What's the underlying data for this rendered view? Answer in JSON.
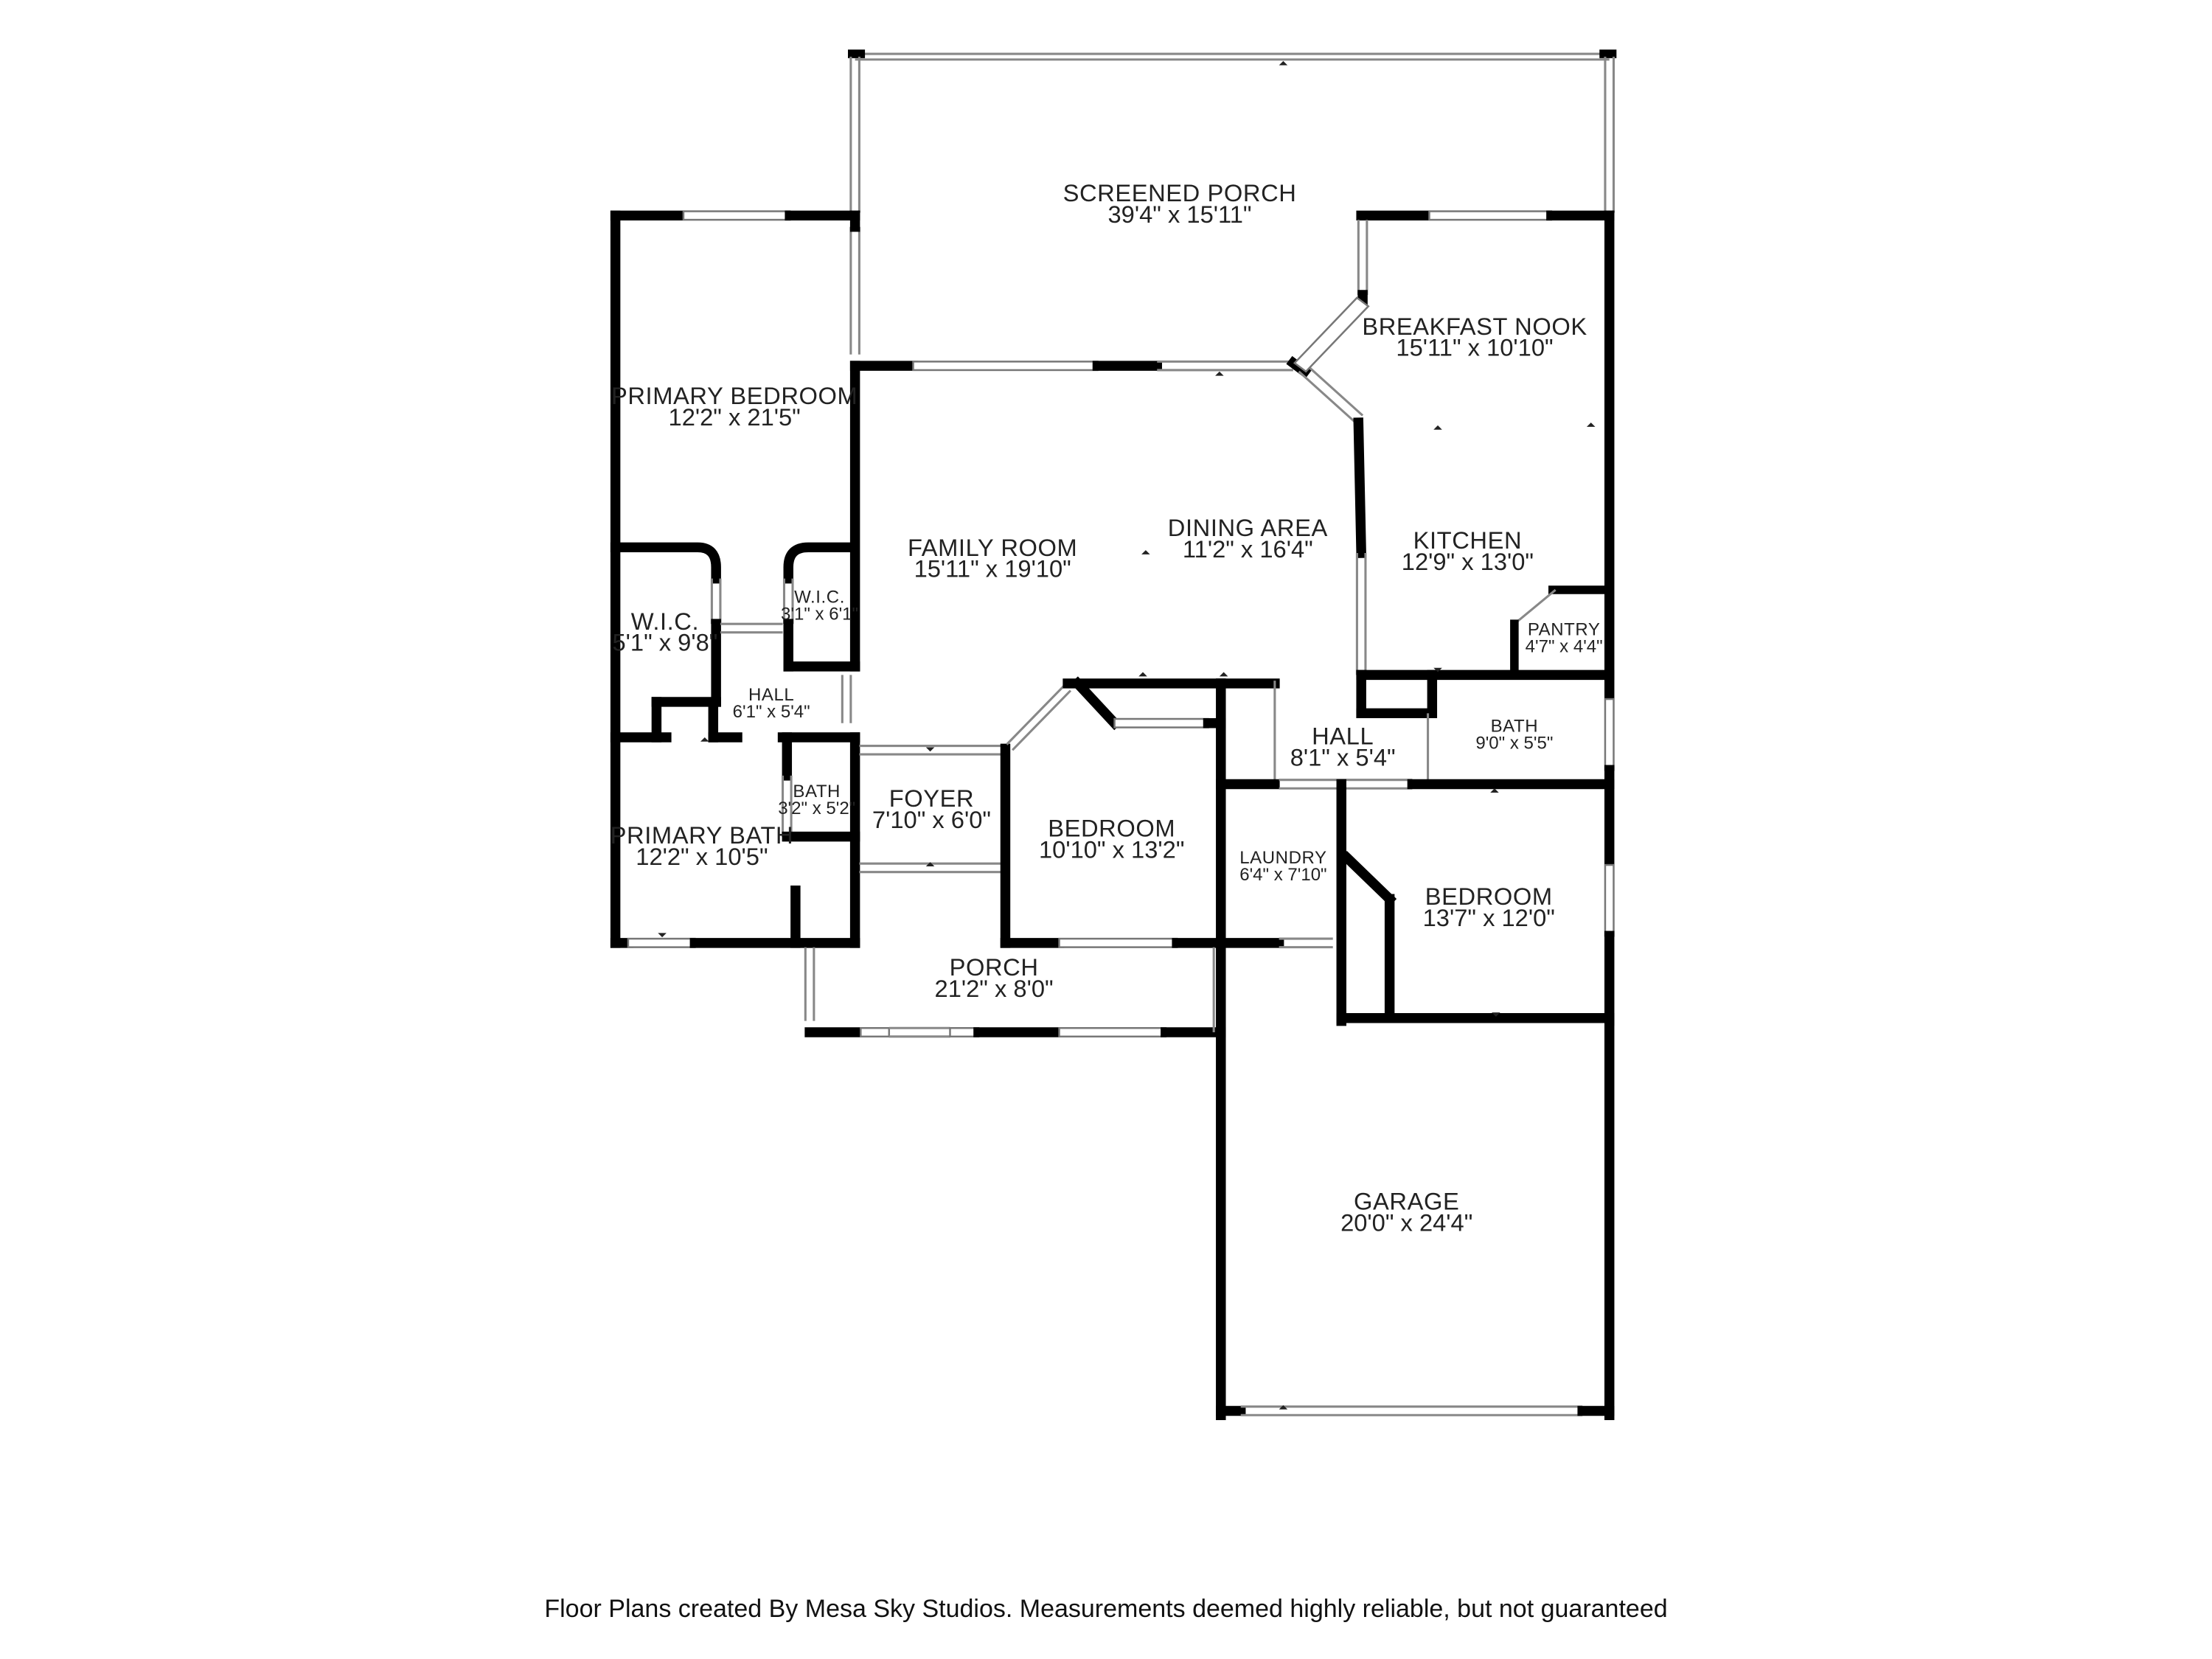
{
  "footer": "Floor Plans created By Mesa Sky Studios. Measurements deemed highly reliable, but not guaranteed",
  "rooms": {
    "screened_porch": {
      "name": "SCREENED PORCH",
      "dim": "39'4\" x 15'11\""
    },
    "breakfast_nook": {
      "name": "BREAKFAST NOOK",
      "dim": "15'11\" x 10'10\""
    },
    "primary_bedroom": {
      "name": "PRIMARY BEDROOM",
      "dim": "12'2\" x 21'5\""
    },
    "family_room": {
      "name": "FAMILY ROOM",
      "dim": "15'11\" x 19'10\""
    },
    "dining_area": {
      "name": "DINING AREA",
      "dim": "11'2\" x 16'4\""
    },
    "kitchen": {
      "name": "KITCHEN",
      "dim": "12'9\" x 13'0\""
    },
    "pantry": {
      "name": "PANTRY",
      "dim": "4'7\" x 4'4\""
    },
    "wic_1": {
      "name": "W.I.C.",
      "dim": "5'1\" x 9'8\""
    },
    "wic_2": {
      "name": "W.I.C.",
      "dim": "3'1\" x 6'1\""
    },
    "hall_1": {
      "name": "HALL",
      "dim": "6'1\" x 5'4\""
    },
    "hall_2": {
      "name": "HALL",
      "dim": "8'1\" x 5'4\""
    },
    "bath_1": {
      "name": "BATH",
      "dim": "3'2\" x 5'2\""
    },
    "bath_2": {
      "name": "BATH",
      "dim": "9'0\" x 5'5\""
    },
    "primary_bath": {
      "name": "PRIMARY BATH",
      "dim": "12'2\" x 10'5\""
    },
    "foyer": {
      "name": "FOYER",
      "dim": "7'10\" x 6'0\""
    },
    "bedroom_1": {
      "name": "BEDROOM",
      "dim": "10'10\" x 13'2\""
    },
    "laundry": {
      "name": "LAUNDRY",
      "dim": "6'4\" x 7'10\""
    },
    "bedroom_2": {
      "name": "BEDROOM",
      "dim": "13'7\" x 12'0\""
    },
    "porch": {
      "name": "PORCH",
      "dim": "21'2\" x 8'0\""
    },
    "garage": {
      "name": "GARAGE",
      "dim": "20'0\" x 24'4\""
    }
  }
}
